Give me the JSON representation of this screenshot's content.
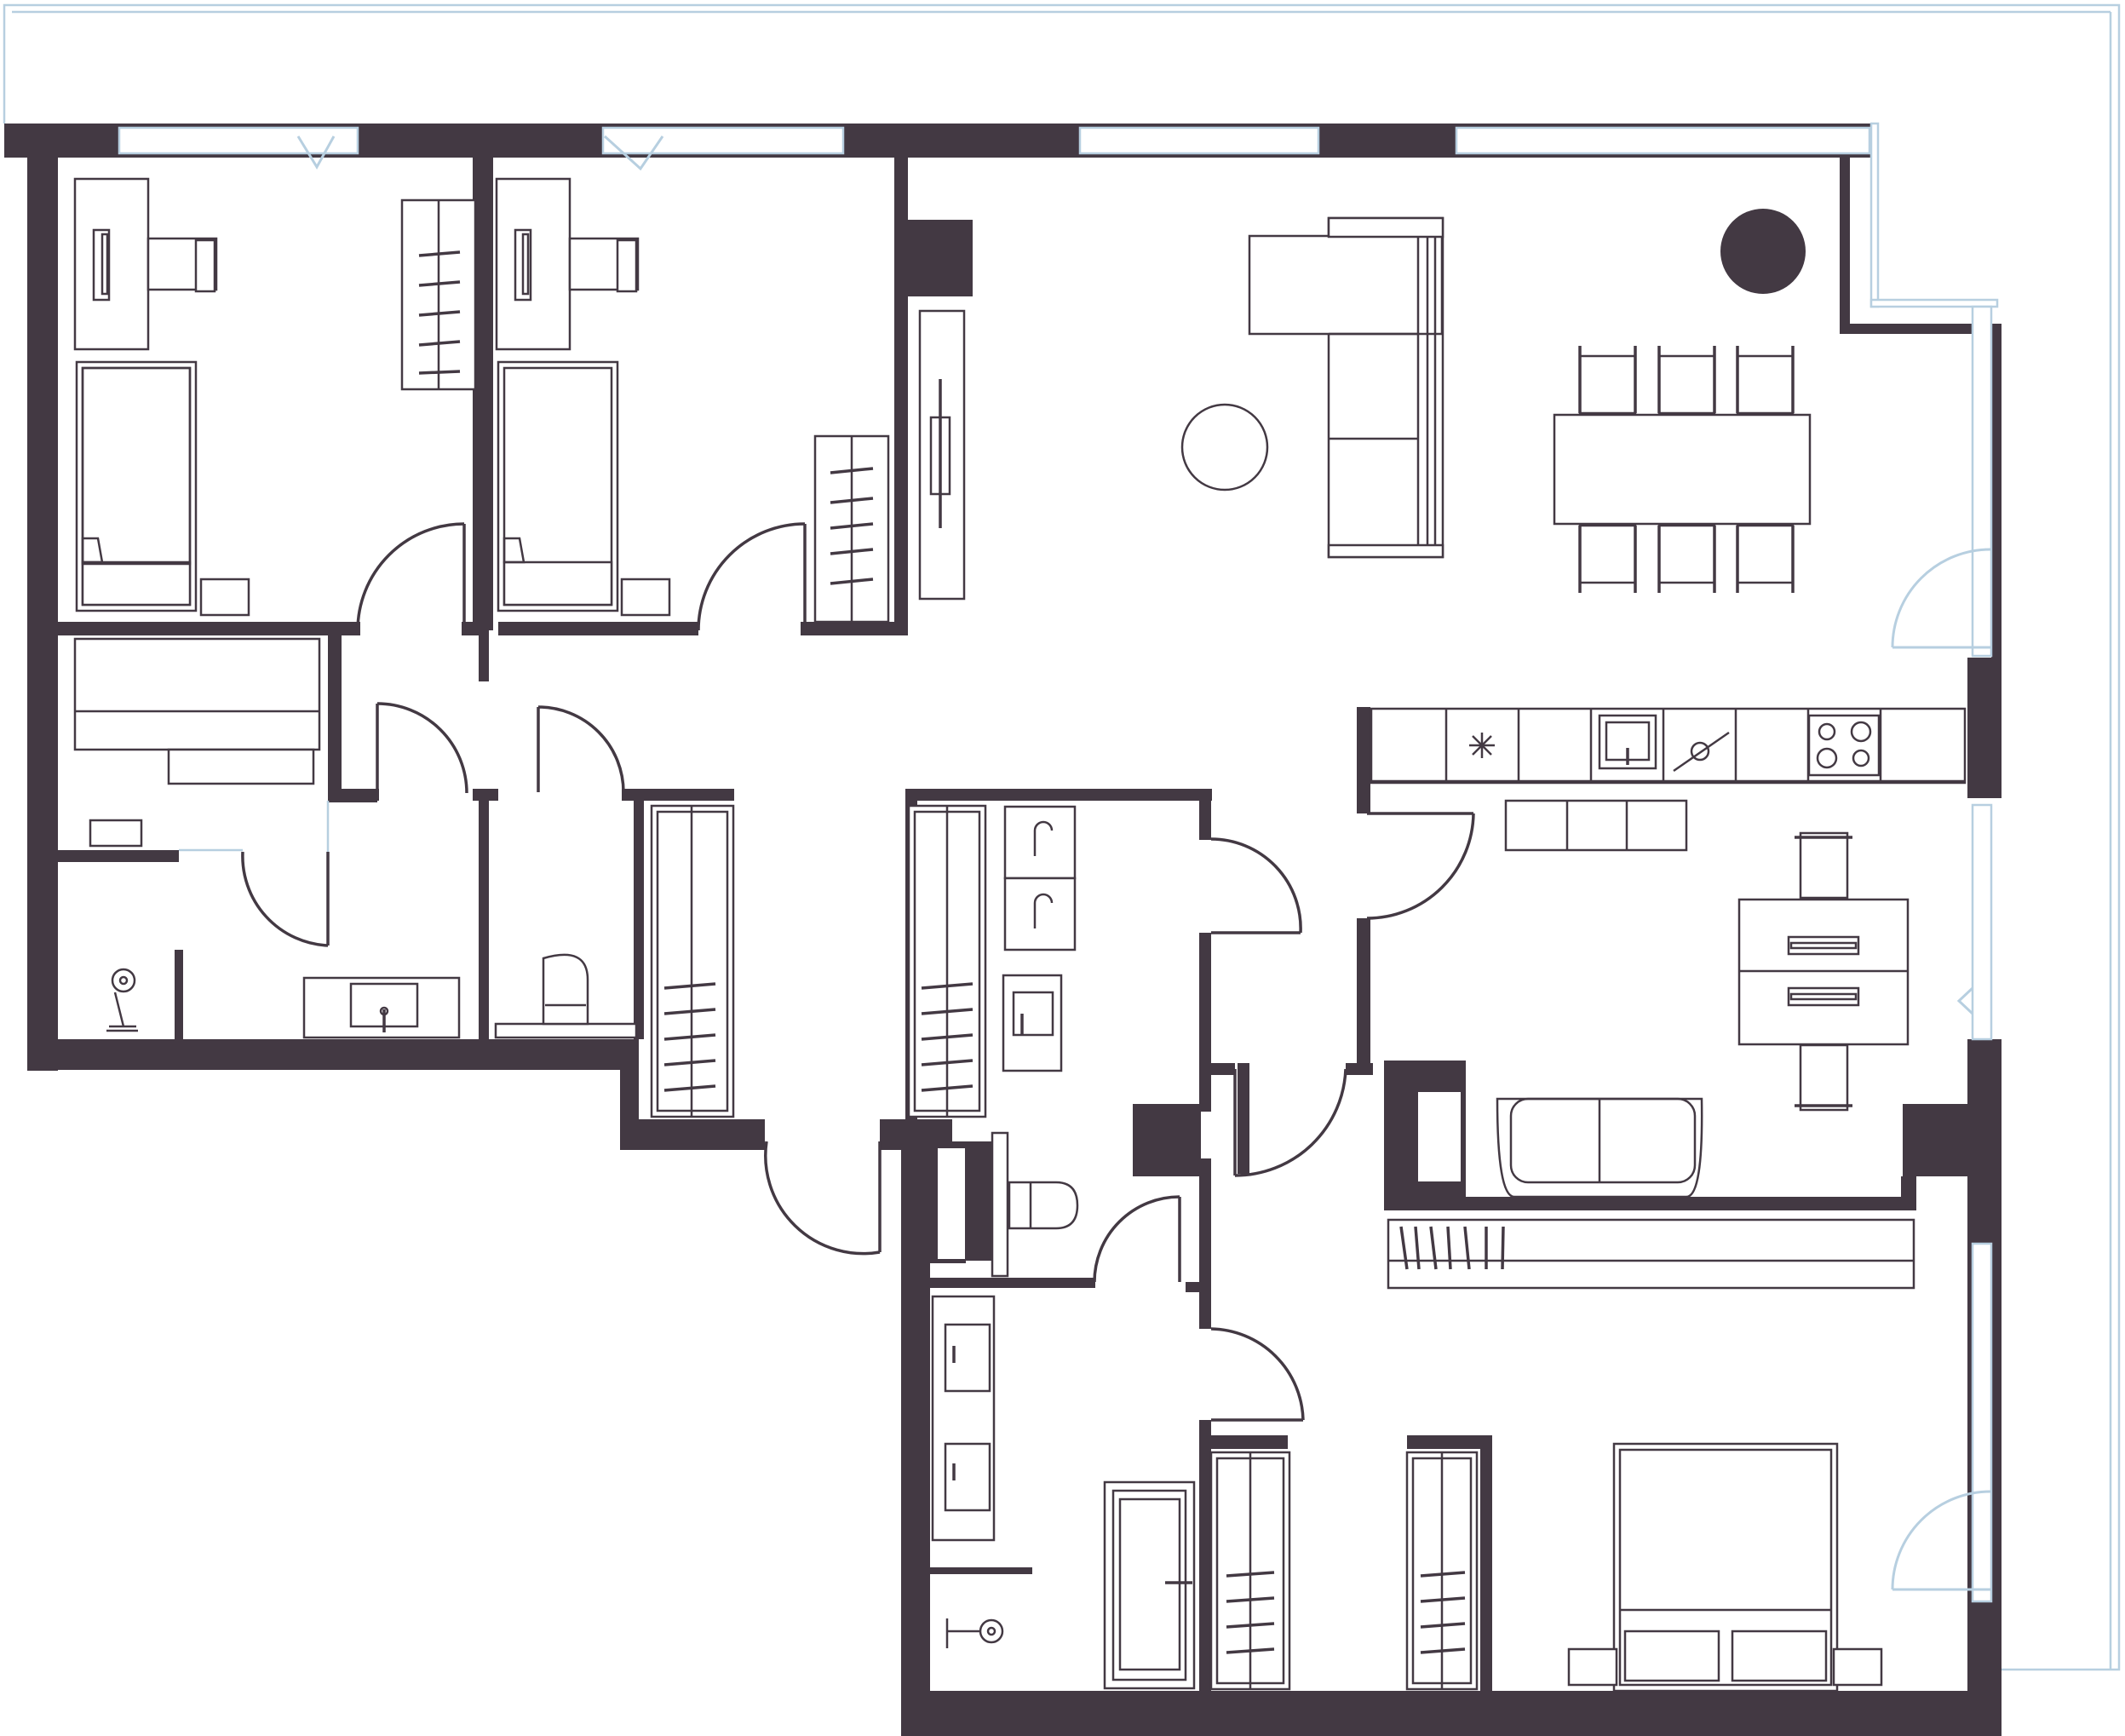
{
  "plan": {
    "colors": {
      "wall": "#433943",
      "glazing": "#b7cfe0",
      "background": "#ffffff"
    },
    "rooms": [
      "bedroom-1",
      "bedroom-2",
      "living-dining",
      "kitchen-study",
      "laundry",
      "shower-room",
      "wc",
      "hall",
      "utility",
      "wc-2",
      "bathroom",
      "master-bedroom"
    ]
  }
}
